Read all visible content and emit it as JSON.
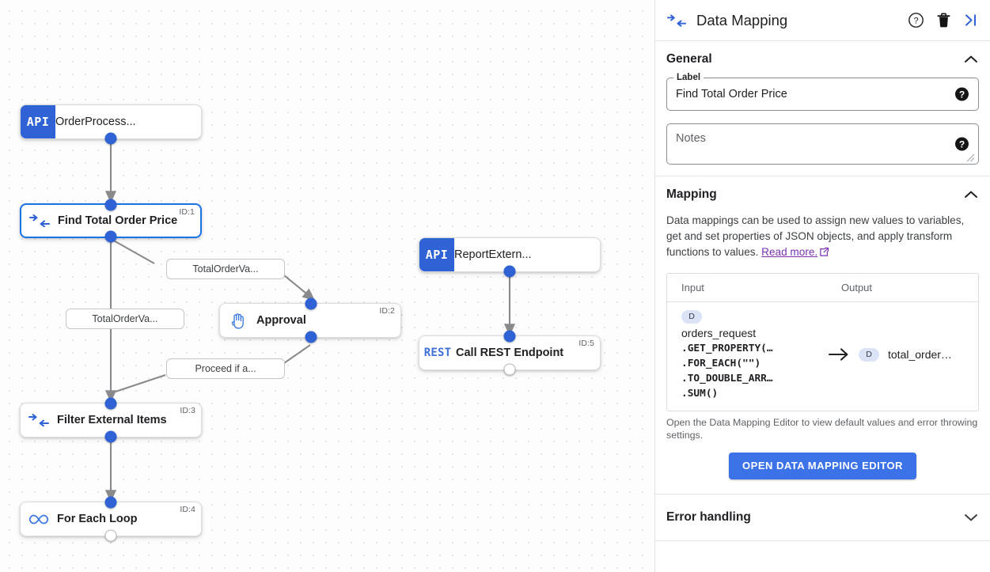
{
  "canvas": {
    "nodes": [
      {
        "id": "n0",
        "badge": "API",
        "label": "OrderProcess...",
        "id_label": "",
        "icon": "api-badge",
        "selected": false
      },
      {
        "id": "n1",
        "badge": "",
        "label": "Find Total Order Price",
        "id_label": "ID:1",
        "icon": "data-mapping-icon",
        "selected": true
      },
      {
        "id": "n2",
        "badge": "",
        "label": "Approval",
        "id_label": "ID:2",
        "icon": "hand-icon",
        "selected": false
      },
      {
        "id": "n3",
        "badge": "",
        "label": "Filter External Items",
        "id_label": "ID:3",
        "icon": "data-mapping-icon",
        "selected": false
      },
      {
        "id": "n4",
        "badge": "",
        "label": "For Each Loop",
        "id_label": "ID:4",
        "icon": "loop-icon",
        "selected": false
      },
      {
        "id": "n5",
        "badge": "API",
        "label": "ReportExtern...",
        "id_label": "",
        "icon": "api-badge",
        "selected": false
      },
      {
        "id": "n6",
        "badge": "",
        "label": "Call REST Endpoint",
        "id_label": "ID:5",
        "icon": "rest-icon",
        "selected": false
      }
    ],
    "edge_labels": [
      {
        "id": "e0",
        "text": "TotalOrderVa..."
      },
      {
        "id": "e1",
        "text": "TotalOrderVa..."
      },
      {
        "id": "e2",
        "text": "Proceed if a..."
      }
    ]
  },
  "panel": {
    "title": "Data Mapping",
    "header_icon": "data-mapping-icon",
    "actions": [
      {
        "name": "help-icon",
        "glyph": "?"
      },
      {
        "name": "delete-icon",
        "glyph": "trash"
      },
      {
        "name": "collapse-panel-icon",
        "glyph": "chevron-right-bar"
      }
    ],
    "general": {
      "title": "General",
      "collapsed": false,
      "label_field": {
        "legend": "Label",
        "value": "Find Total Order Price",
        "help": "?"
      },
      "notes_field": {
        "placeholder": "Notes",
        "value": "",
        "help": "?"
      }
    },
    "mapping": {
      "title": "Mapping",
      "collapsed": false,
      "description": "Data mappings can be used to assign new values to variables, get and set properties of JSON objects, and apply transform functions to values.",
      "link_text": "Read more.",
      "table": {
        "columns": [
          "Input",
          "Output"
        ],
        "rows": [
          {
            "input_chip": "D",
            "input_var": "orders_request",
            "input_expr": [
              ".GET_PROPERTY(…",
              ".FOR_EACH(\"\")",
              ".TO_DOUBLE_ARR…",
              ".SUM()"
            ],
            "arrow": "→",
            "output_chip": "D",
            "output_var": "total_order…"
          }
        ]
      },
      "hint": "Open the Data Mapping Editor to view default values and error throwing settings.",
      "button": "OPEN DATA MAPPING EDITOR"
    },
    "error_handling": {
      "title": "Error handling",
      "collapsed": true
    }
  },
  "colors": {
    "accent": "#2f62d4",
    "button": "#3b72e8",
    "link": "#7b31b0",
    "chip_bg": "#dbe3f7",
    "badge_bg": "#2f62d4"
  }
}
